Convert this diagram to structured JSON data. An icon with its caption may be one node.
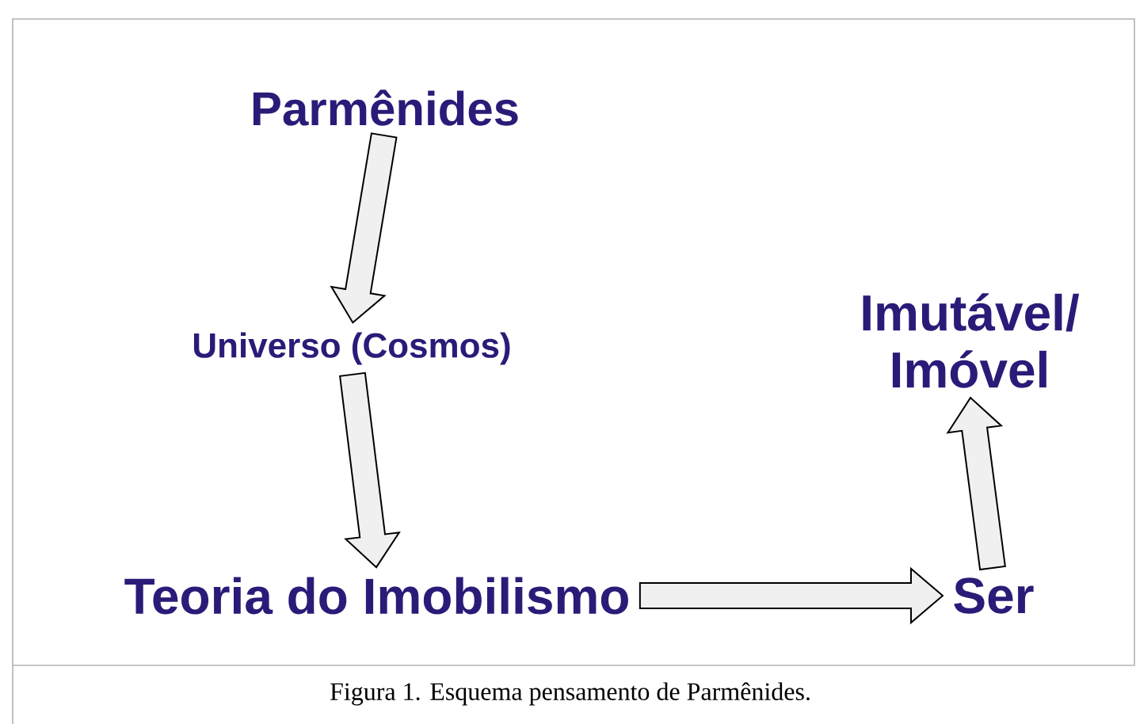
{
  "diagram": {
    "caption": "Figura 1. Esquema pensamento de Parmênides.",
    "nodes": [
      {
        "text": [
          "Parmênides"
        ]
      },
      {
        "text": [
          "Universo (Cosmos)"
        ]
      },
      {
        "text": [
          "Teoria do Imobilismo"
        ]
      },
      {
        "text": [
          "Ser"
        ]
      },
      {
        "text": [
          "Imutável/ Imóvel"
        ]
      }
    ],
    "edges": [
      {
        "from": 0,
        "to": 1,
        "arrow": "to"
      },
      {
        "from": 1,
        "to": 2,
        "arrow": "to"
      },
      {
        "from": 2,
        "to": 3,
        "arrow": "to"
      },
      {
        "from": 3,
        "to": 4,
        "arrow": "to"
      }
    ]
  }
}
